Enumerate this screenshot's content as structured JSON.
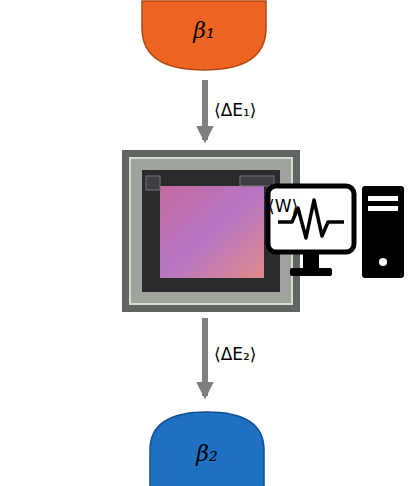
{
  "diagram": {
    "nodes": [
      {
        "text": [
          "β₁"
        ]
      },
      {
        "text": [
          "β₂"
        ]
      }
    ],
    "labels": [
      "⟨ΔE₁⟩",
      "⟨W⟩",
      "⟨ΔE₂⟩"
    ]
  }
}
